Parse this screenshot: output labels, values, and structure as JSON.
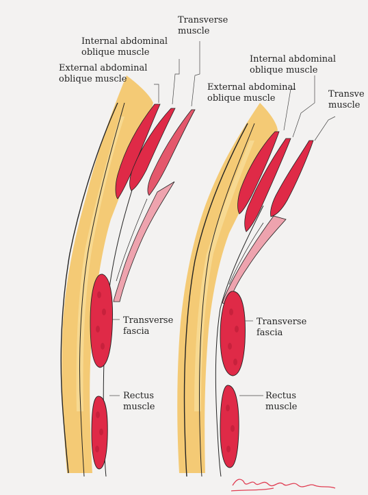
{
  "labels": {
    "left": {
      "transverse_muscle": "Transverse\nmuscle",
      "internal_oblique": "Internal abdominal\noblique muscle",
      "external_oblique": "External abdominal\noblique muscle",
      "transverse_fascia": "Transverse\nfascia",
      "rectus": "Rectus\nmuscle"
    },
    "right": {
      "internal_oblique": "Internal abdominal\noblique muscle",
      "external_oblique": "External abdominal\noblique muscle",
      "transverse_muscle": "Transve\nmuscle",
      "transverse_fascia": "Transverse\nfascia",
      "rectus": "Rectus\nmuscle"
    }
  },
  "colors": {
    "paper": "#f3f2f1",
    "fat": "#f3c35f",
    "fat_light": "#f8dc98",
    "muscle": "#df2a47",
    "muscle_dark": "#b81c35",
    "sheath": "#eea3ae",
    "signature": "#e03d52"
  }
}
